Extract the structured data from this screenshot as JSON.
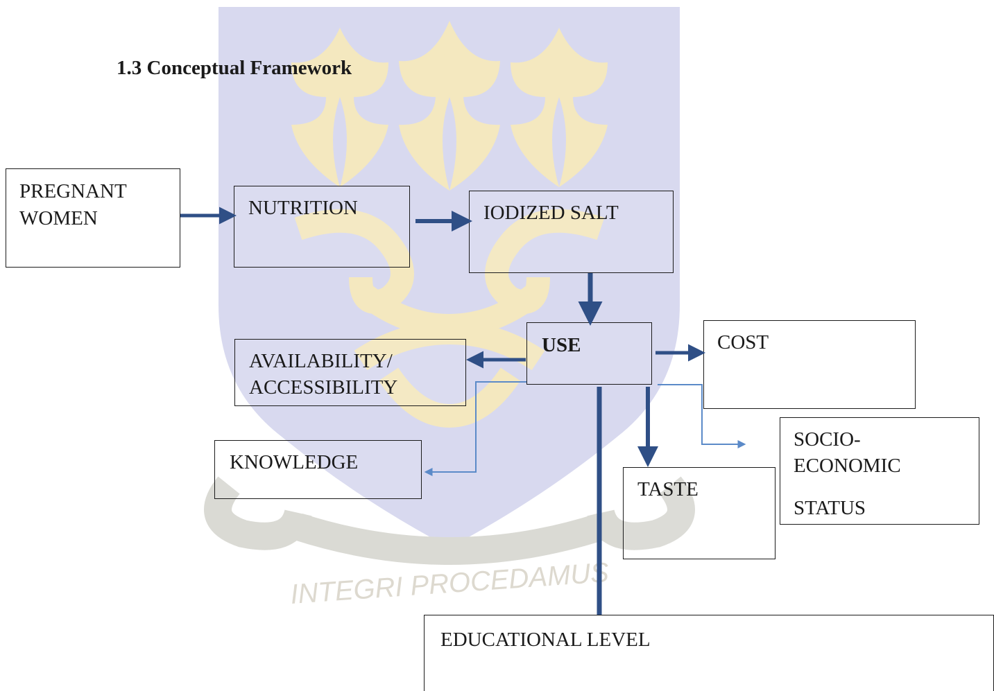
{
  "heading": "1.3 Conceptual Framework",
  "watermark": {
    "motto": "INTEGRI PROCEDAMUS",
    "colors": {
      "blue": "#d8d9ef",
      "gold": "#f4e8bf",
      "text": "#ddd9cf"
    }
  },
  "colors": {
    "arrow_dark": "#2f4f86",
    "arrow_light": "#5b8ac8",
    "box_border": "#1a1a1a"
  },
  "nodes": {
    "pregnant_women": [
      "PREGNANT",
      "WOMEN"
    ],
    "nutrition": "NUTRITION",
    "iodized_salt": "IODIZED SALT",
    "use": "USE",
    "availability": [
      "AVAILABILITY/",
      "ACCESSIBILITY"
    ],
    "cost": "COST",
    "knowledge": "KNOWLEDGE",
    "socio_economic": [
      "SOCIO-",
      "ECONOMIC",
      "STATUS"
    ],
    "taste": "TASTE",
    "educational_level": "EDUCATIONAL LEVEL"
  }
}
